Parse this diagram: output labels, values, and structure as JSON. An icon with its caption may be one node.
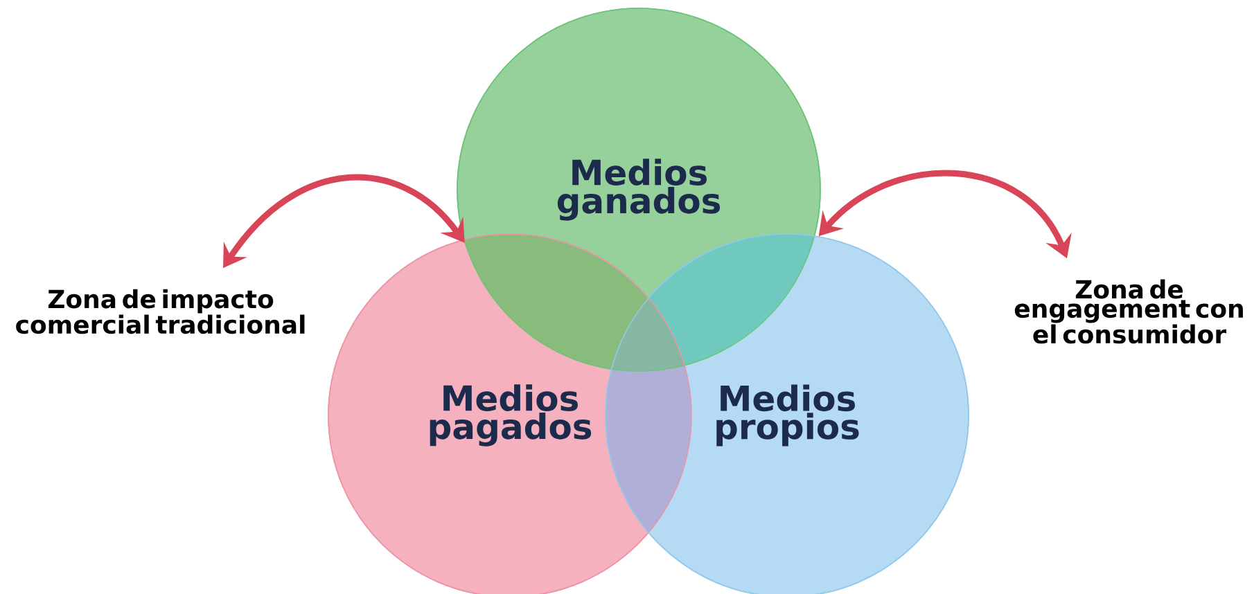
{
  "diagram": {
    "nodes": [
      {
        "text": [
          "Medios ganados"
        ]
      },
      {
        "text": [
          "Medios pagados"
        ]
      },
      {
        "text": [
          "Medios propios"
        ]
      },
      {
        "text": [
          "Zona de impacto comercial tradicional"
        ]
      },
      {
        "text": [
          "Zona de engagement con el consumidor"
        ]
      }
    ],
    "edges": [
      {
        "from": 3,
        "to": 0,
        "arrow": "both"
      },
      {
        "from": 4,
        "to": 2,
        "arrow": "both"
      }
    ]
  }
}
